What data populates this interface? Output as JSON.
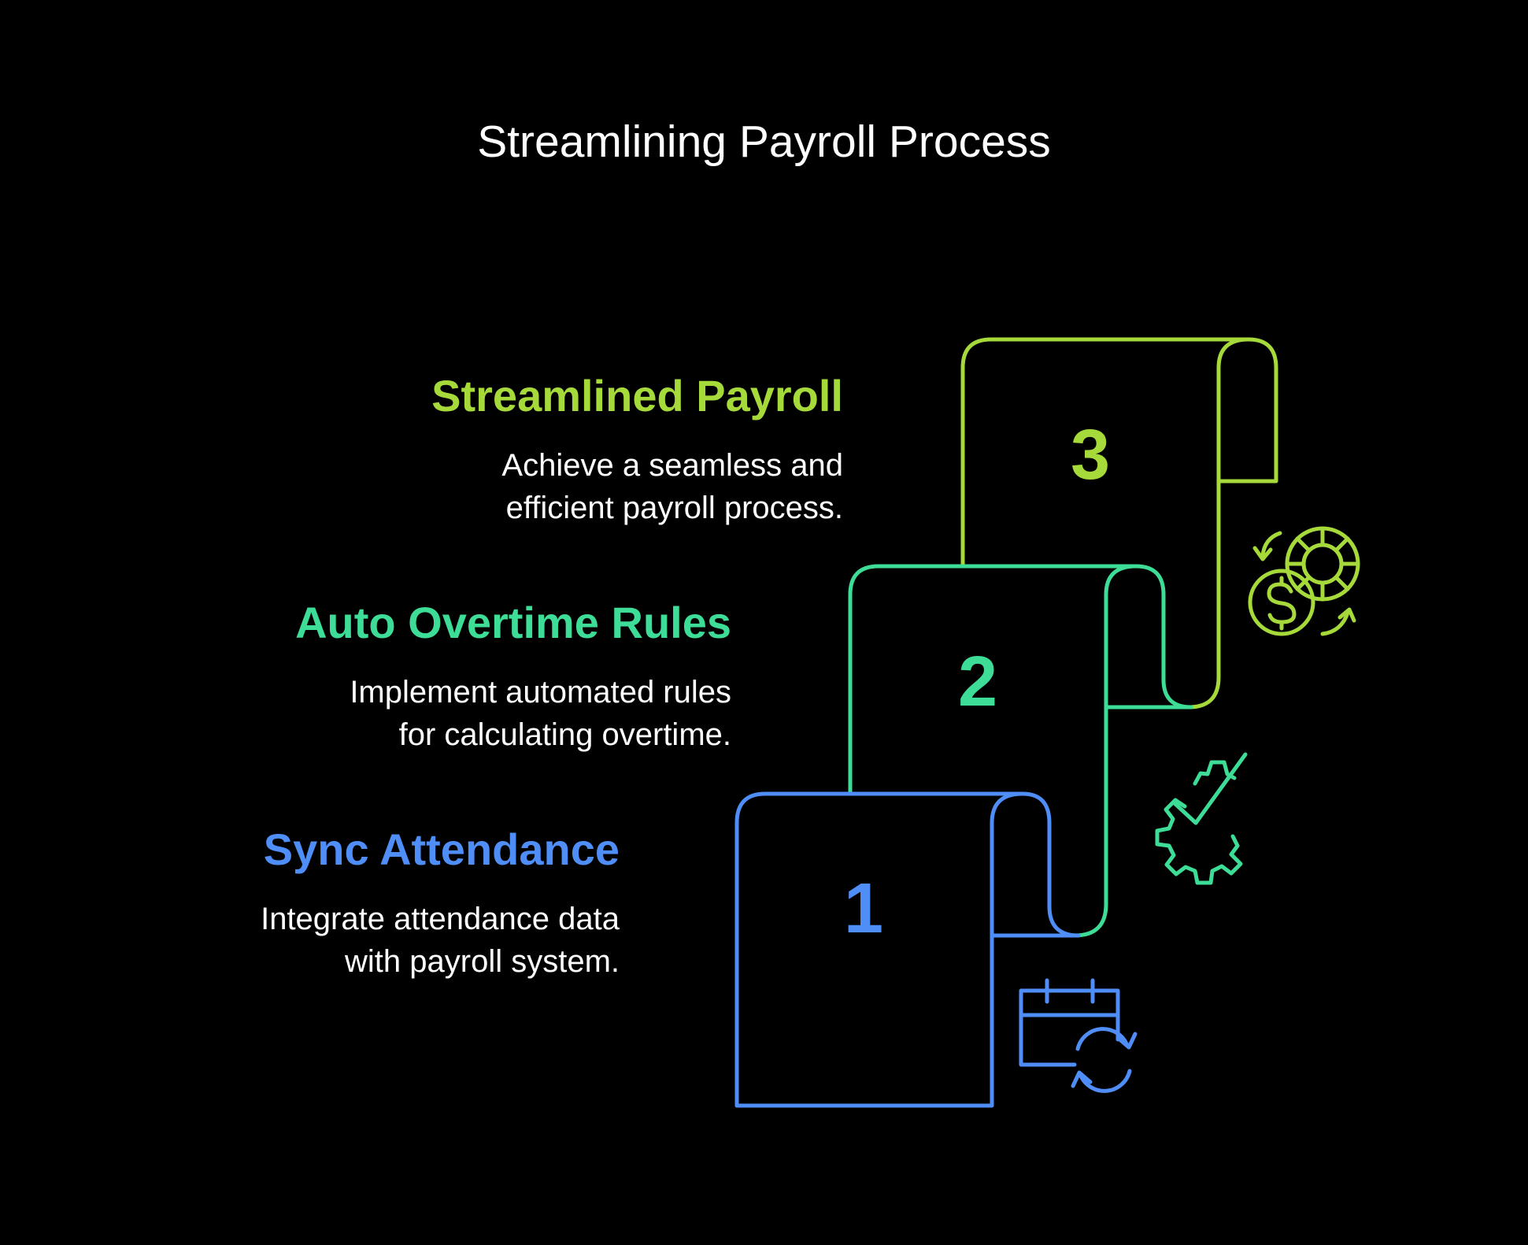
{
  "title": "Streamlining Payroll Process",
  "colors": {
    "background": "#000000",
    "step1": "#4f8ef7",
    "step2": "#3ddc97",
    "step3": "#a6d93a"
  },
  "steps": [
    {
      "number": "1",
      "heading": "Sync Attendance",
      "description_lines": [
        "Integrate attendance data",
        "with payroll system."
      ],
      "icon": "calendar-sync-icon"
    },
    {
      "number": "2",
      "heading": "Auto Overtime Rules",
      "description_lines": [
        "Implement automated rules",
        "for calculating overtime."
      ],
      "icon": "gear-check-icon"
    },
    {
      "number": "3",
      "heading": "Streamlined Payroll",
      "description_lines": [
        "Achieve a seamless and",
        "efficient payroll process."
      ],
      "icon": "money-cycle-icon"
    }
  ]
}
